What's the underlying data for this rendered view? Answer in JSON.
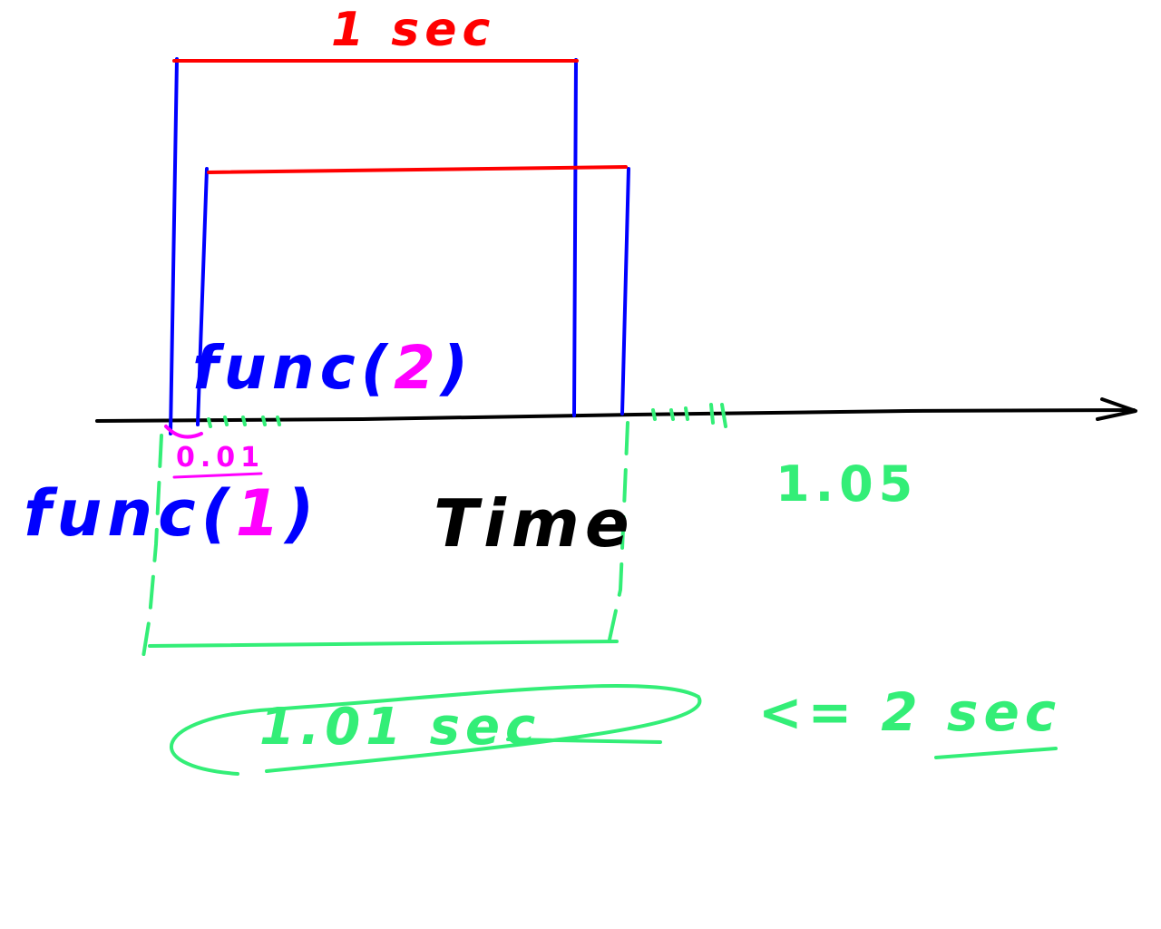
{
  "annotations": {
    "one_sec": "1 sec",
    "func2_prefix": "func(",
    "func2_arg": "2",
    "func2_suffix": ")",
    "func1_prefix": "func(",
    "func1_arg": "1",
    "func1_suffix": ")",
    "offset": "0.01",
    "time_axis": "Time",
    "total_time": "1.01 sec",
    "approx_elapsed": "1.05",
    "comparison": "<= 2 sec"
  },
  "colors": {
    "axis": "#000000",
    "interval_edges": "#0000ff",
    "interval_span": "#ff0000",
    "argument_highlight": "#ff00ff",
    "total_measure": "#33ee77",
    "background": "#ffffff"
  }
}
